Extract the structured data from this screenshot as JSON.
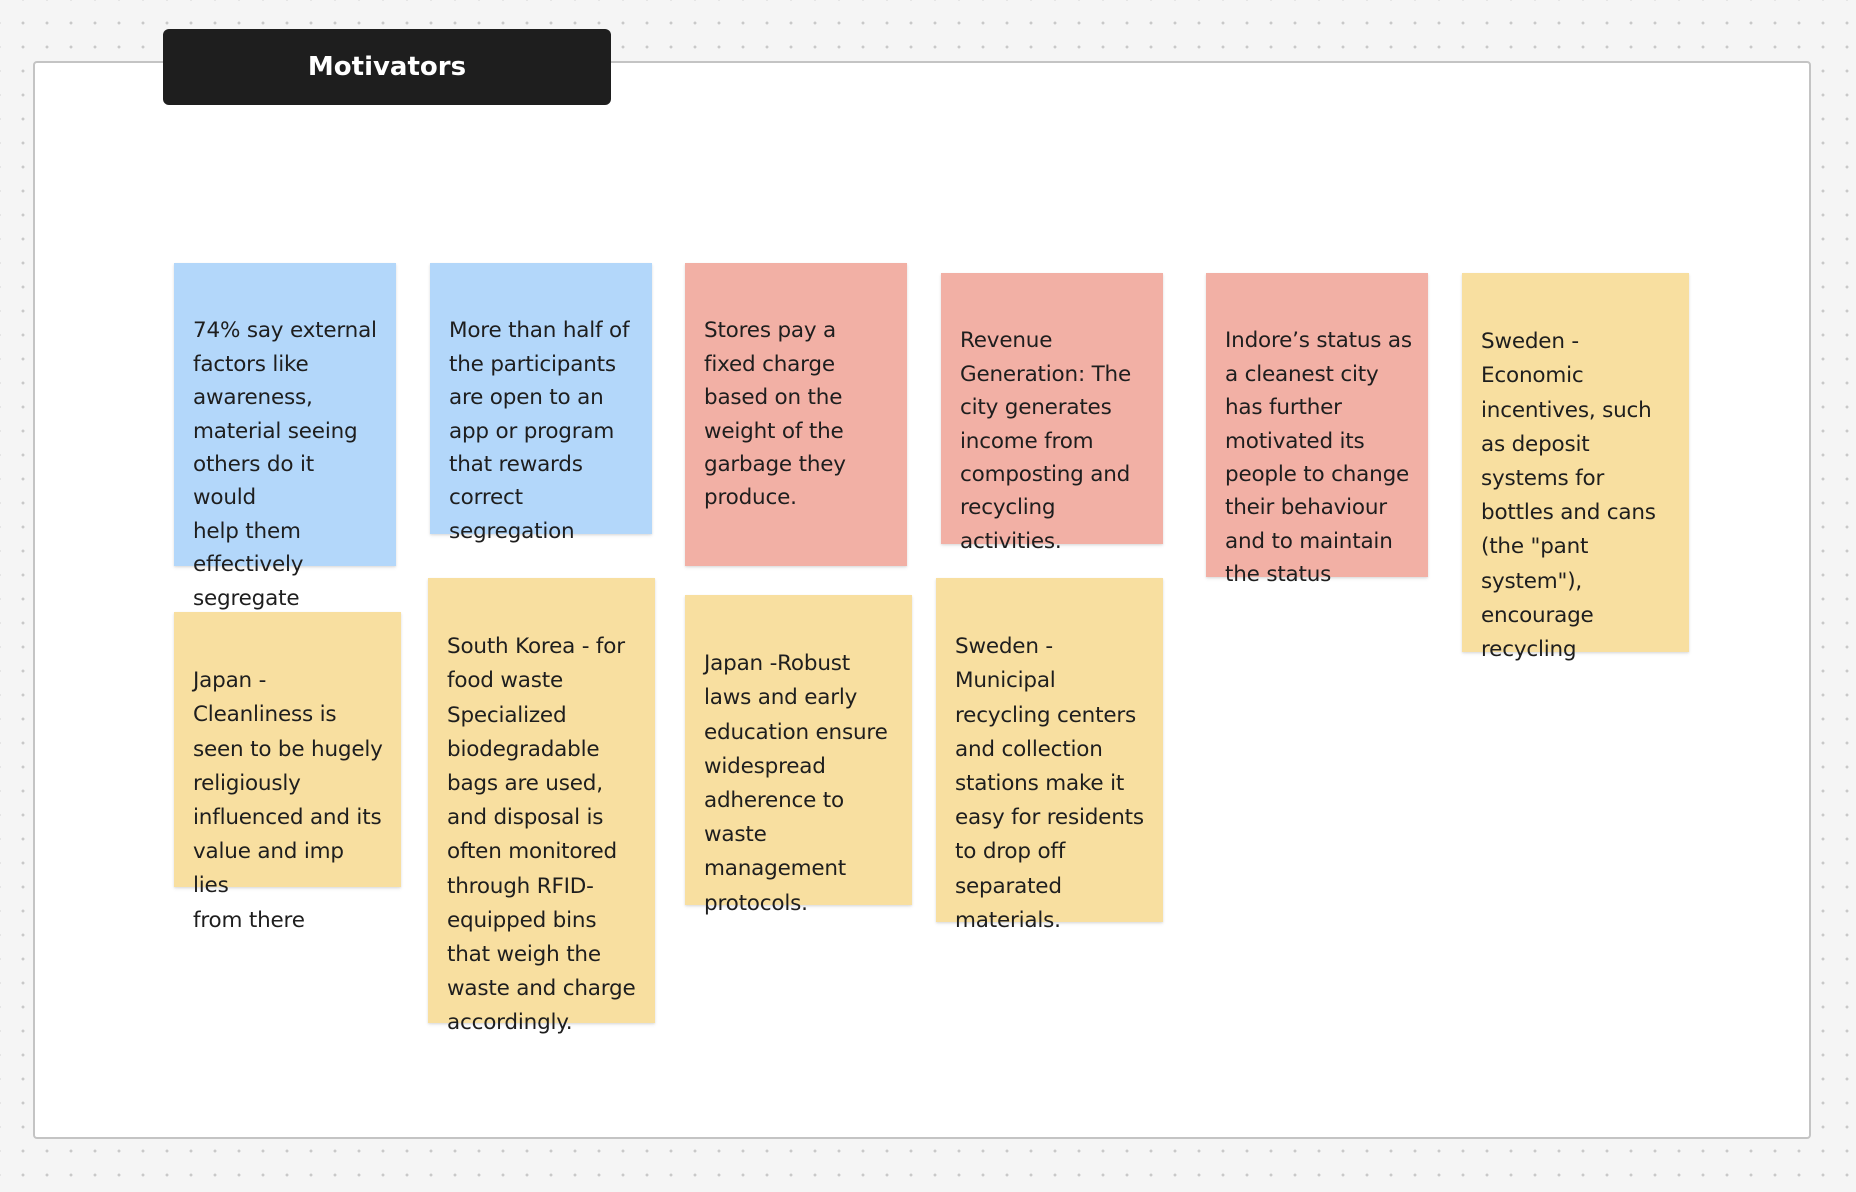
{
  "section": {
    "title": "Motivators"
  },
  "colors": {
    "blue": "#b3d7fa",
    "red": "#f2b0a5",
    "yellow": "#f8dfa0",
    "title_background": "#1e1e1e"
  },
  "stickies": [
    {
      "id": "s1",
      "color": "blue",
      "text": "74% say external\nfactors like\nawareness,\nmaterial seeing\nothers do it would\nhelp them\neffectively\nsegregate"
    },
    {
      "id": "s2",
      "color": "blue",
      "text": "More than half of\nthe participants\nare open to an\napp or program\nthat rewards\ncorrect\nsegregation"
    },
    {
      "id": "s3",
      "color": "red",
      "text": " Stores pay a\nfixed charge\nbased on the\nweight of the\ngarbage they\nproduce."
    },
    {
      "id": "s4",
      "color": "red",
      "text": "Revenue\nGeneration: The\ncity generates\nincome from\ncomposting and\nrecycling\nactivities."
    },
    {
      "id": "s5",
      "color": "red",
      "text": "Indore’s status as\na cleanest city\nhas further\nmotivated its\npeople to change\ntheir behaviour\nand to maintain\nthe status"
    },
    {
      "id": "s6",
      "color": "yellow",
      "text": "Sweden -\nEconomic\nincentives, such\nas deposit\nsystems for\nbottles and cans\n(the \"pant\nsystem\"),\nencourage\nrecycling"
    },
    {
      "id": "s7",
      "color": "yellow",
      "text": "Japan -\nCleanliness is\nseen to be hugely\nreligiously\ninfluenced and its\nvalue and imp lies\nfrom there"
    },
    {
      "id": "s8",
      "color": "yellow",
      "text": "South Korea - for\nfood waste\nSpecialized\nbiodegradable\nbags are used,\nand disposal is\noften monitored\nthrough RFID-\nequipped bins\nthat weigh the\nwaste and charge\naccordingly."
    },
    {
      "id": "s9",
      "color": "yellow",
      "text": "Japan -Robust\nlaws and early\neducation ensure\nwidespread\nadherence to\nwaste\nmanagement\nprotocols."
    },
    {
      "id": "s10",
      "color": "yellow",
      "text": "Sweden -\nMunicipal\nrecycling centers\nand collection\nstations make it\neasy for residents\nto drop off\nseparated\nmaterials."
    }
  ]
}
